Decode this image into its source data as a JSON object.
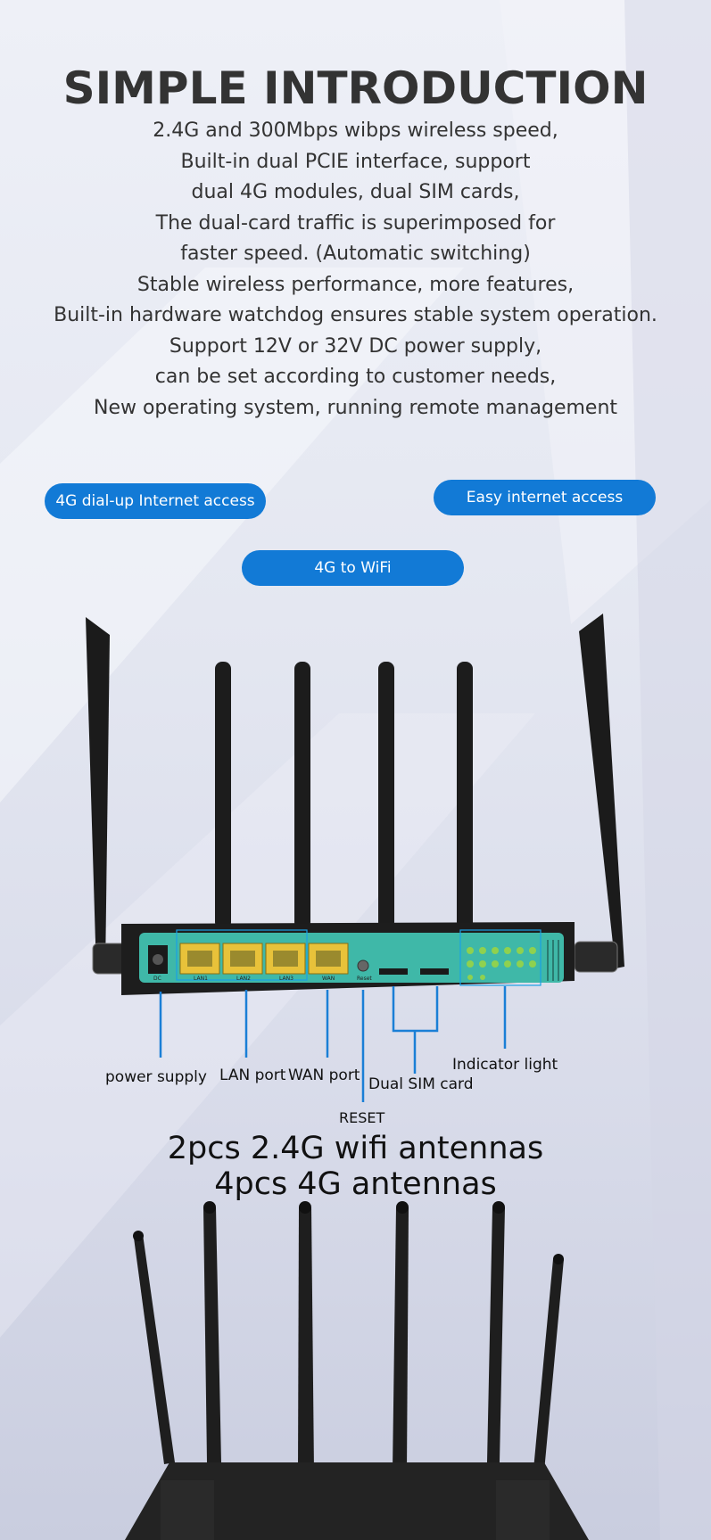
{
  "title": "SIMPLE INTRODUCTION",
  "intro_lines": [
    "2.4G and 300Mbps wibps wireless speed,",
    "Built-in dual PCIE interface, support",
    "dual 4G modules, dual SIM cards,",
    "The dual-card traffic is superimposed for",
    "faster speed. (Automatic switching)",
    "Stable wireless performance, more features,",
    "Built-in hardware watchdog ensures stable system operation.",
    "Support 12V or 32V DC power supply,",
    "can be set according to customer needs,",
    "New operating system, running remote management"
  ],
  "pills": {
    "dialup": "4G dial-up Internet access",
    "easy": "Easy internet access",
    "wifi": "4G to WiFi"
  },
  "port_labels": {
    "dc": "DC",
    "lan1": "LAN1",
    "lan2": "LAN2",
    "lan3": "LAN3",
    "wan": "WAN",
    "reset": "Reset"
  },
  "callouts": {
    "power": "power supply",
    "lan": "LAN port",
    "wan": "WAN port",
    "sim": "Dual SIM card",
    "indicator": "Indicator light",
    "reset": "RESET"
  },
  "antennas": {
    "line1": "2pcs 2.4G wifi antennas",
    "line2": "4pcs 4G antennas"
  },
  "colors": {
    "accent_blue": "#127ad6",
    "panel_teal": "#3fb8a8",
    "port_yellow": "#e8c23a",
    "led_green": "#8fd14f",
    "router_black": "#1d1d1d"
  }
}
